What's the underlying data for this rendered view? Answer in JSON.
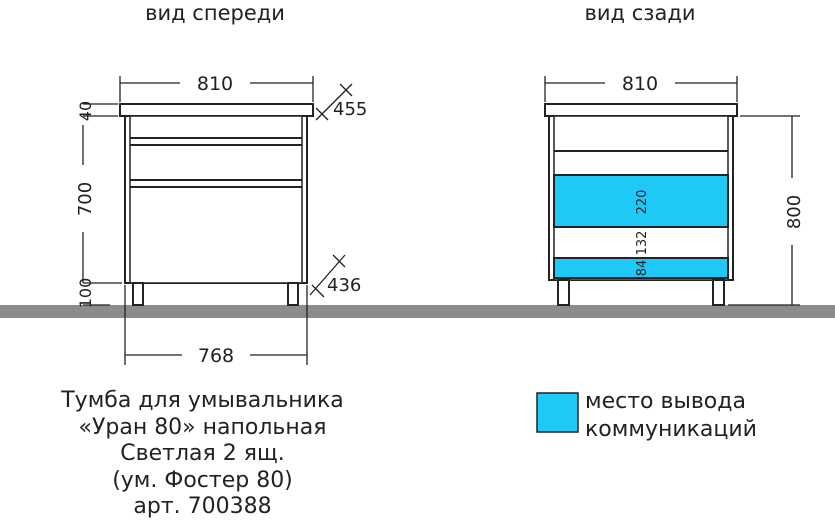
{
  "views": {
    "front": {
      "title": "вид спереди",
      "width_top": "810",
      "width_bottom": "768",
      "depth_top": "455",
      "depth_bottom": "436",
      "height_top": "40",
      "height_body": "700",
      "height_legs": "100"
    },
    "rear": {
      "title": "вид сзади",
      "width_top": "810",
      "height_total": "800",
      "zone_upper": "220",
      "zone_middle": "132",
      "zone_lower": "84"
    }
  },
  "description": {
    "lines": [
      "Тумба для умывальника",
      "«Уран 80» напольная",
      "Светлая 2 ящ.",
      "(ум. Фостер 80)",
      "арт. 700388"
    ]
  },
  "legend": {
    "color": "#1ec8f7",
    "lines": [
      "место вывода",
      "коммуникаций"
    ]
  },
  "colors": {
    "floor": "#8c8c8c",
    "line": "#222222"
  }
}
